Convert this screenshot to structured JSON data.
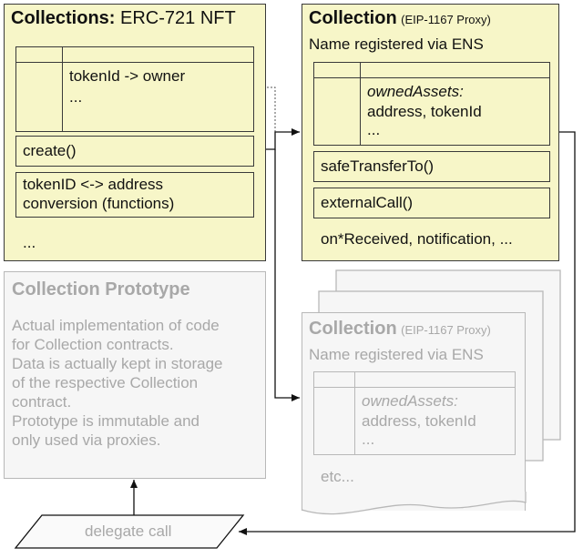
{
  "nft_contract": {
    "title_bold": "Collections:",
    "title_rest": "ERC-721 NFT",
    "mapping": "tokenId -> owner",
    "mapping_more": "...",
    "fn_create": "create()",
    "fn_conversion_1": "tokenID <-> address",
    "fn_conversion_2": "conversion (functions)",
    "more": "..."
  },
  "collection": {
    "title_bold": "Collection",
    "title_note": "(EIP-1167 Proxy)",
    "subtitle": "Name registered via ENS",
    "storage_label": "ownedAssets:",
    "storage_value": "address, tokenId",
    "storage_more": "...",
    "fn_safe_transfer": "safeTransferTo()",
    "fn_external_call": "externalCall()",
    "callbacks": "on*Received, notification, ..."
  },
  "prototype": {
    "title": "Collection Prototype",
    "lines": [
      "Actual implementation of code",
      "for Collection contracts.",
      "Data is actually kept in storage",
      "of the respective Collection",
      "contract.",
      "Prototype is immutable and",
      "only used via proxies."
    ]
  },
  "collection_copy": {
    "title_bold": "Collection",
    "title_note": "(EIP-1167 Proxy)",
    "subtitle": "Name registered via ENS",
    "storage_label": "ownedAssets:",
    "storage_value": "address, tokenId",
    "storage_more": "...",
    "etc": "etc..."
  },
  "delegate": {
    "label": "delegate call"
  },
  "colors": {
    "contract_fill": "#f7f6c8",
    "ghost_fill": "#f6f6f6",
    "ghost_text": "#a8a8a8",
    "line": "#3a3a3a"
  }
}
